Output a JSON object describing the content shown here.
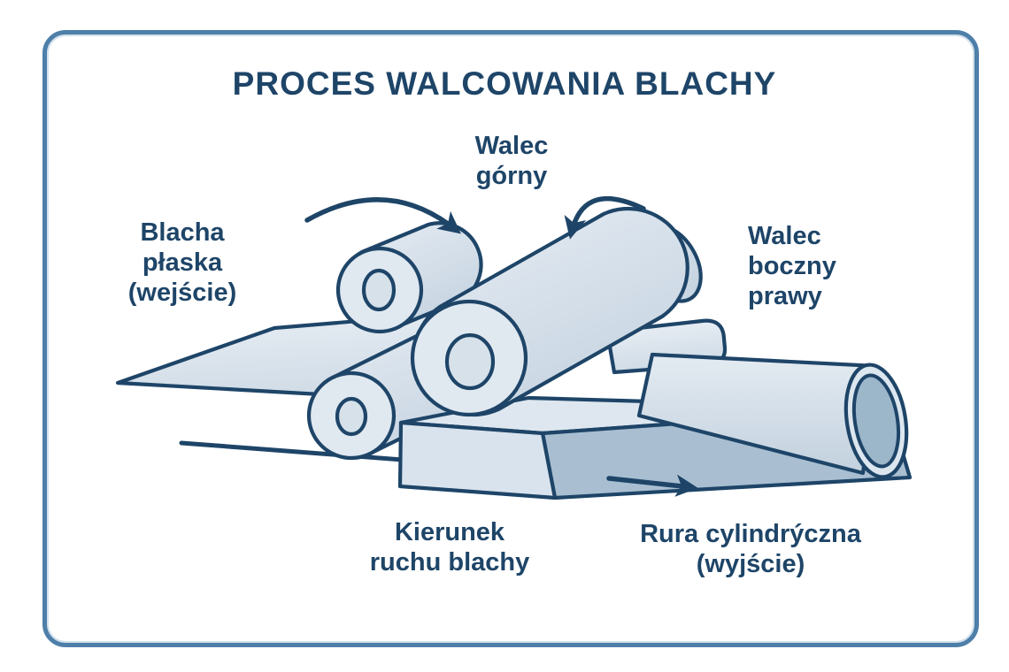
{
  "title": "PROCES WALCOWANIA BLACHY",
  "labels": {
    "top_roller": {
      "line1": "Walec",
      "line2": "górny"
    },
    "input_sheet": {
      "line1": "Blacha",
      "line2": "płaska",
      "line3": "(wejście)"
    },
    "right_side_roller": {
      "line1": "Walec",
      "line2": "boczny",
      "line3": "prawy"
    },
    "sheet_direction": {
      "line1": "Kierunek",
      "line2": "ruchu blachy"
    },
    "output_tube": {
      "line1": "Rura cylindrýczna",
      "line2": "(wyjście)"
    }
  },
  "colors": {
    "outline": "#1e4568",
    "text": "#1e4568",
    "fill_light": "#dde6ef",
    "fill_medium": "#c9d6e2",
    "fill_dark": "#a9bfd1",
    "tube_inner": "#9cb6ca",
    "frame_border": "#4d7fa9",
    "background": "#ffffff"
  },
  "diagram_parts": [
    "flat-input-sheet",
    "guide-line",
    "lower-left-roller",
    "base-block",
    "bent-sheet-plate",
    "upper-roller",
    "main-roller",
    "side-roller-rings",
    "output-tube",
    "rotation-arrow-left",
    "rotation-arrow-right",
    "direction-arrow"
  ]
}
